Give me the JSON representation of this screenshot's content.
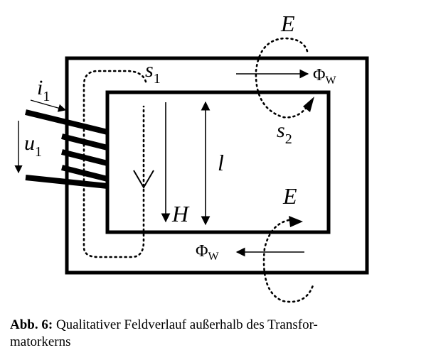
{
  "labels": {
    "s1": "s",
    "s1_sub": "1",
    "s2": "s",
    "s2_sub": "2",
    "i1": "i",
    "i1_sub": "1",
    "u1": "u",
    "u1_sub": "1",
    "E_top": "E",
    "E_bottom": "E",
    "l": "l",
    "H": "H",
    "phi_top": "Φ",
    "phi_top_sub": "W",
    "phi_bottom": "Φ",
    "phi_bottom_sub": "W"
  },
  "caption": {
    "label": "Abb. 6:",
    "line1": " Qualitativer Feldverlauf außerhalb des Transfor-",
    "line2": "matorkerns"
  }
}
